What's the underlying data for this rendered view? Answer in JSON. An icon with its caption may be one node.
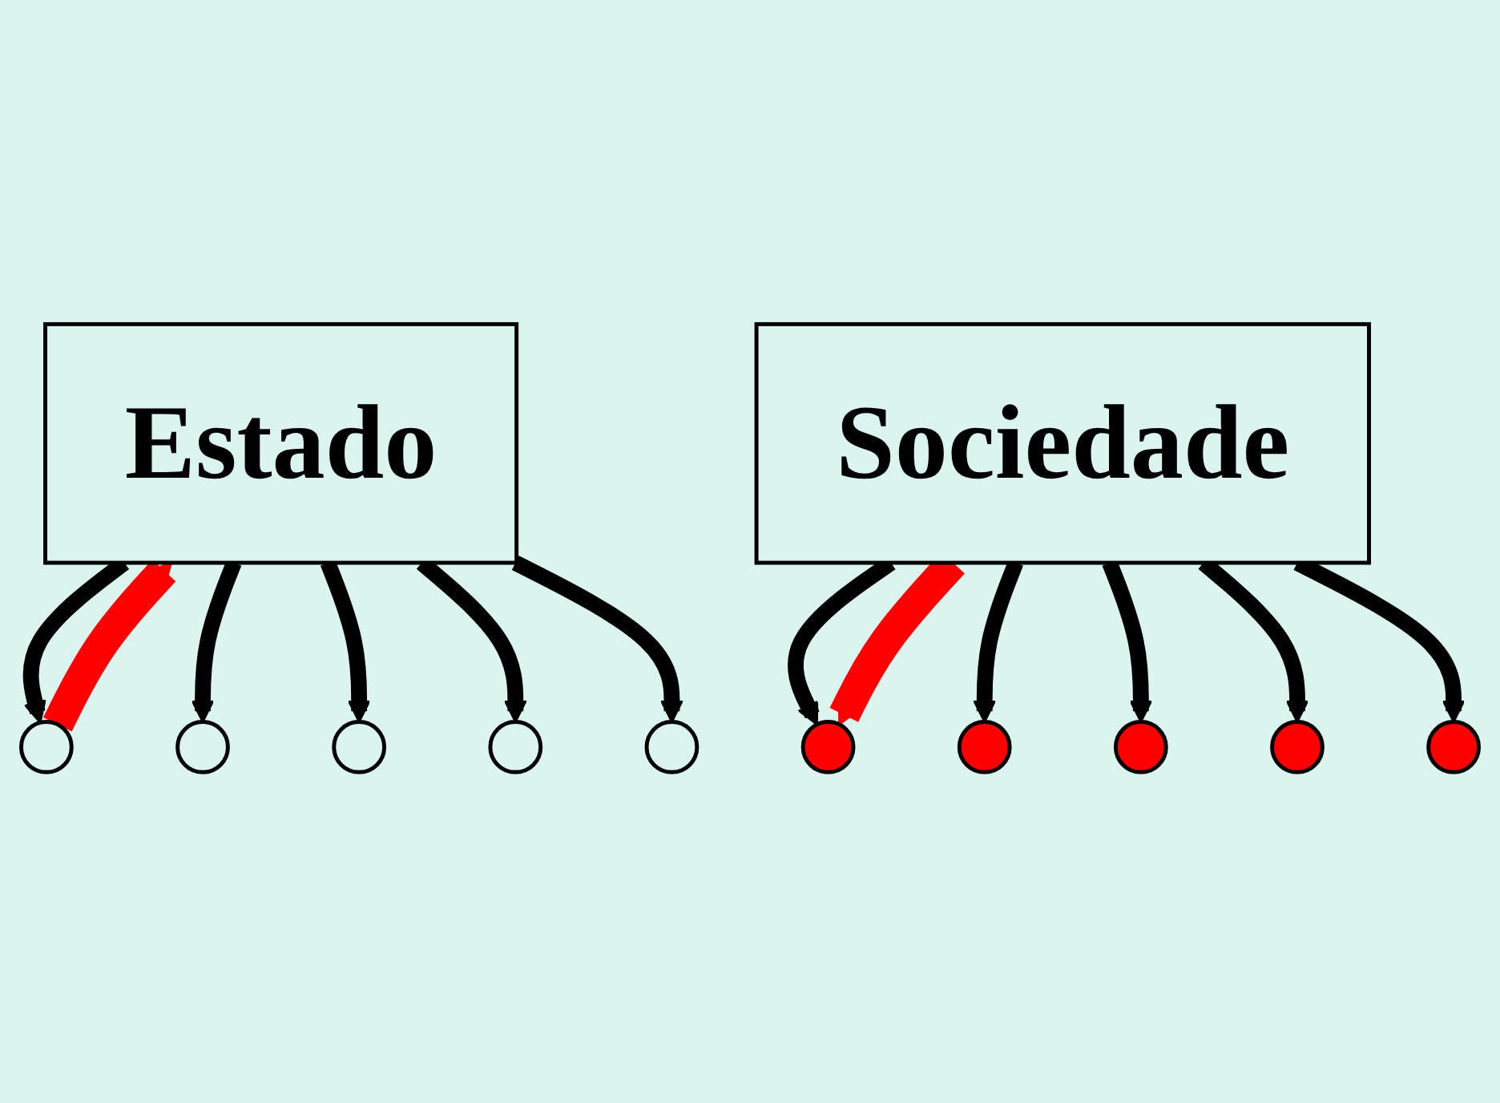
{
  "diagram": {
    "nodes": [
      {
        "text": [
          "Estado"
        ]
      },
      {
        "text": [],
        "shape": "circle"
      },
      {
        "text": [],
        "shape": "circle"
      },
      {
        "text": [],
        "shape": "circle"
      },
      {
        "text": [],
        "shape": "circle"
      },
      {
        "text": [],
        "shape": "circle"
      },
      {
        "text": [],
        "shape": "circle"
      },
      {
        "text": [],
        "shape": "circle"
      },
      {
        "text": [],
        "shape": "circle"
      },
      {
        "text": [],
        "shape": "circle"
      },
      {
        "text": [],
        "shape": "circle"
      },
      {
        "text": [
          "Sociedade"
        ]
      }
    ],
    "edges": [
      {
        "from": 0,
        "to": 1,
        "arrow": "to"
      },
      {
        "from": 0,
        "to": 2,
        "arrow": "to"
      },
      {
        "from": 0,
        "to": 3,
        "arrow": "to"
      },
      {
        "from": 0,
        "to": 4,
        "arrow": "to"
      },
      {
        "from": 0,
        "to": 5,
        "arrow": "to"
      },
      {
        "from": 11,
        "to": 6,
        "arrow": "to"
      },
      {
        "from": 11,
        "to": 7,
        "arrow": "to"
      },
      {
        "from": 11,
        "to": 8,
        "arrow": "to"
      },
      {
        "from": 11,
        "to": 9,
        "arrow": "to"
      },
      {
        "from": 11,
        "to": 10,
        "arrow": "to"
      },
      {
        "from": 1,
        "to": 0,
        "arrow": "to",
        "style": "thick",
        "color": "#ff0000"
      },
      {
        "from": 11,
        "to": 6,
        "arrow": "to",
        "style": "thick",
        "color": "#ff0000"
      }
    ]
  }
}
